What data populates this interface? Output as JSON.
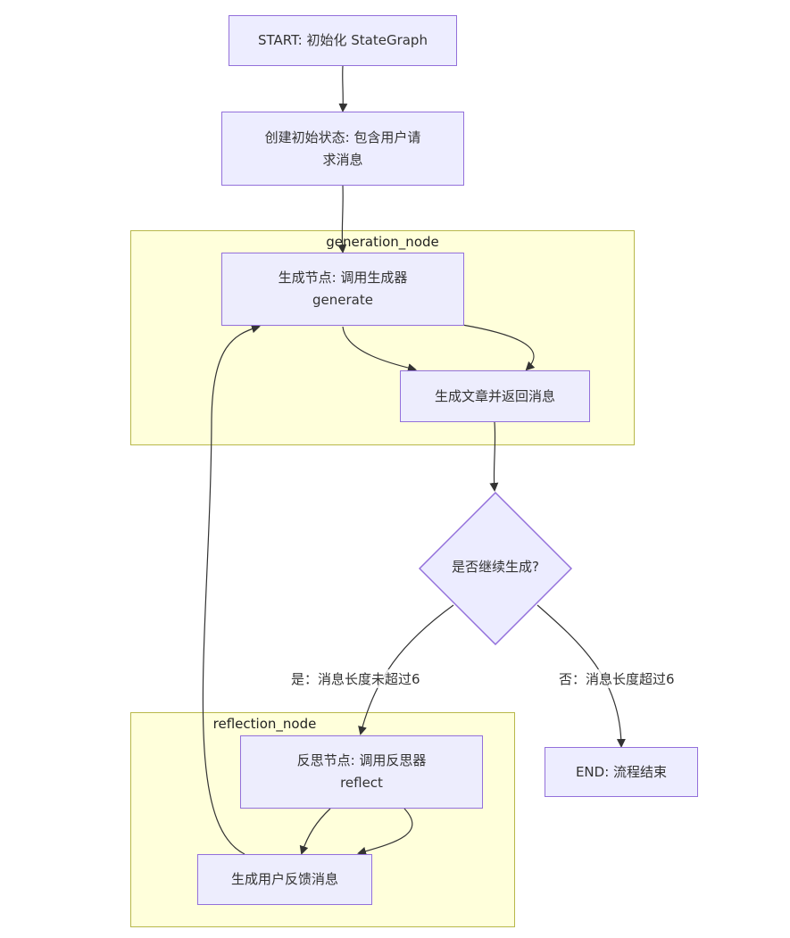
{
  "clusters": {
    "generation": {
      "title": "generation_node"
    },
    "reflection": {
      "title": "reflection_node"
    }
  },
  "nodes": {
    "start": {
      "lines": [
        "START: 初始化 StateGraph"
      ]
    },
    "init_state": {
      "lines": [
        "创建初始状态: 包含用户请",
        "求消息"
      ]
    },
    "gen_node": {
      "lines": [
        "生成节点: 调用生成器",
        "generate"
      ]
    },
    "gen_article": {
      "lines": [
        "生成文章并返回消息"
      ]
    },
    "decision": {
      "lines": [
        "是否继续生成?"
      ]
    },
    "reflect_node": {
      "lines": [
        "反思节点: 调用反思器",
        "reflect"
      ]
    },
    "feedback": {
      "lines": [
        "生成用户反馈消息"
      ]
    },
    "end": {
      "lines": [
        "END: 流程结束"
      ]
    }
  },
  "edge_labels": {
    "yes": "是：消息长度未超过6",
    "no": "否：消息长度超过6"
  },
  "colors": {
    "node_fill": "#ececff",
    "node_border": "#9370db",
    "cluster_fill": "#ffffde",
    "cluster_border": "#aaaa33",
    "edge": "#333333"
  }
}
